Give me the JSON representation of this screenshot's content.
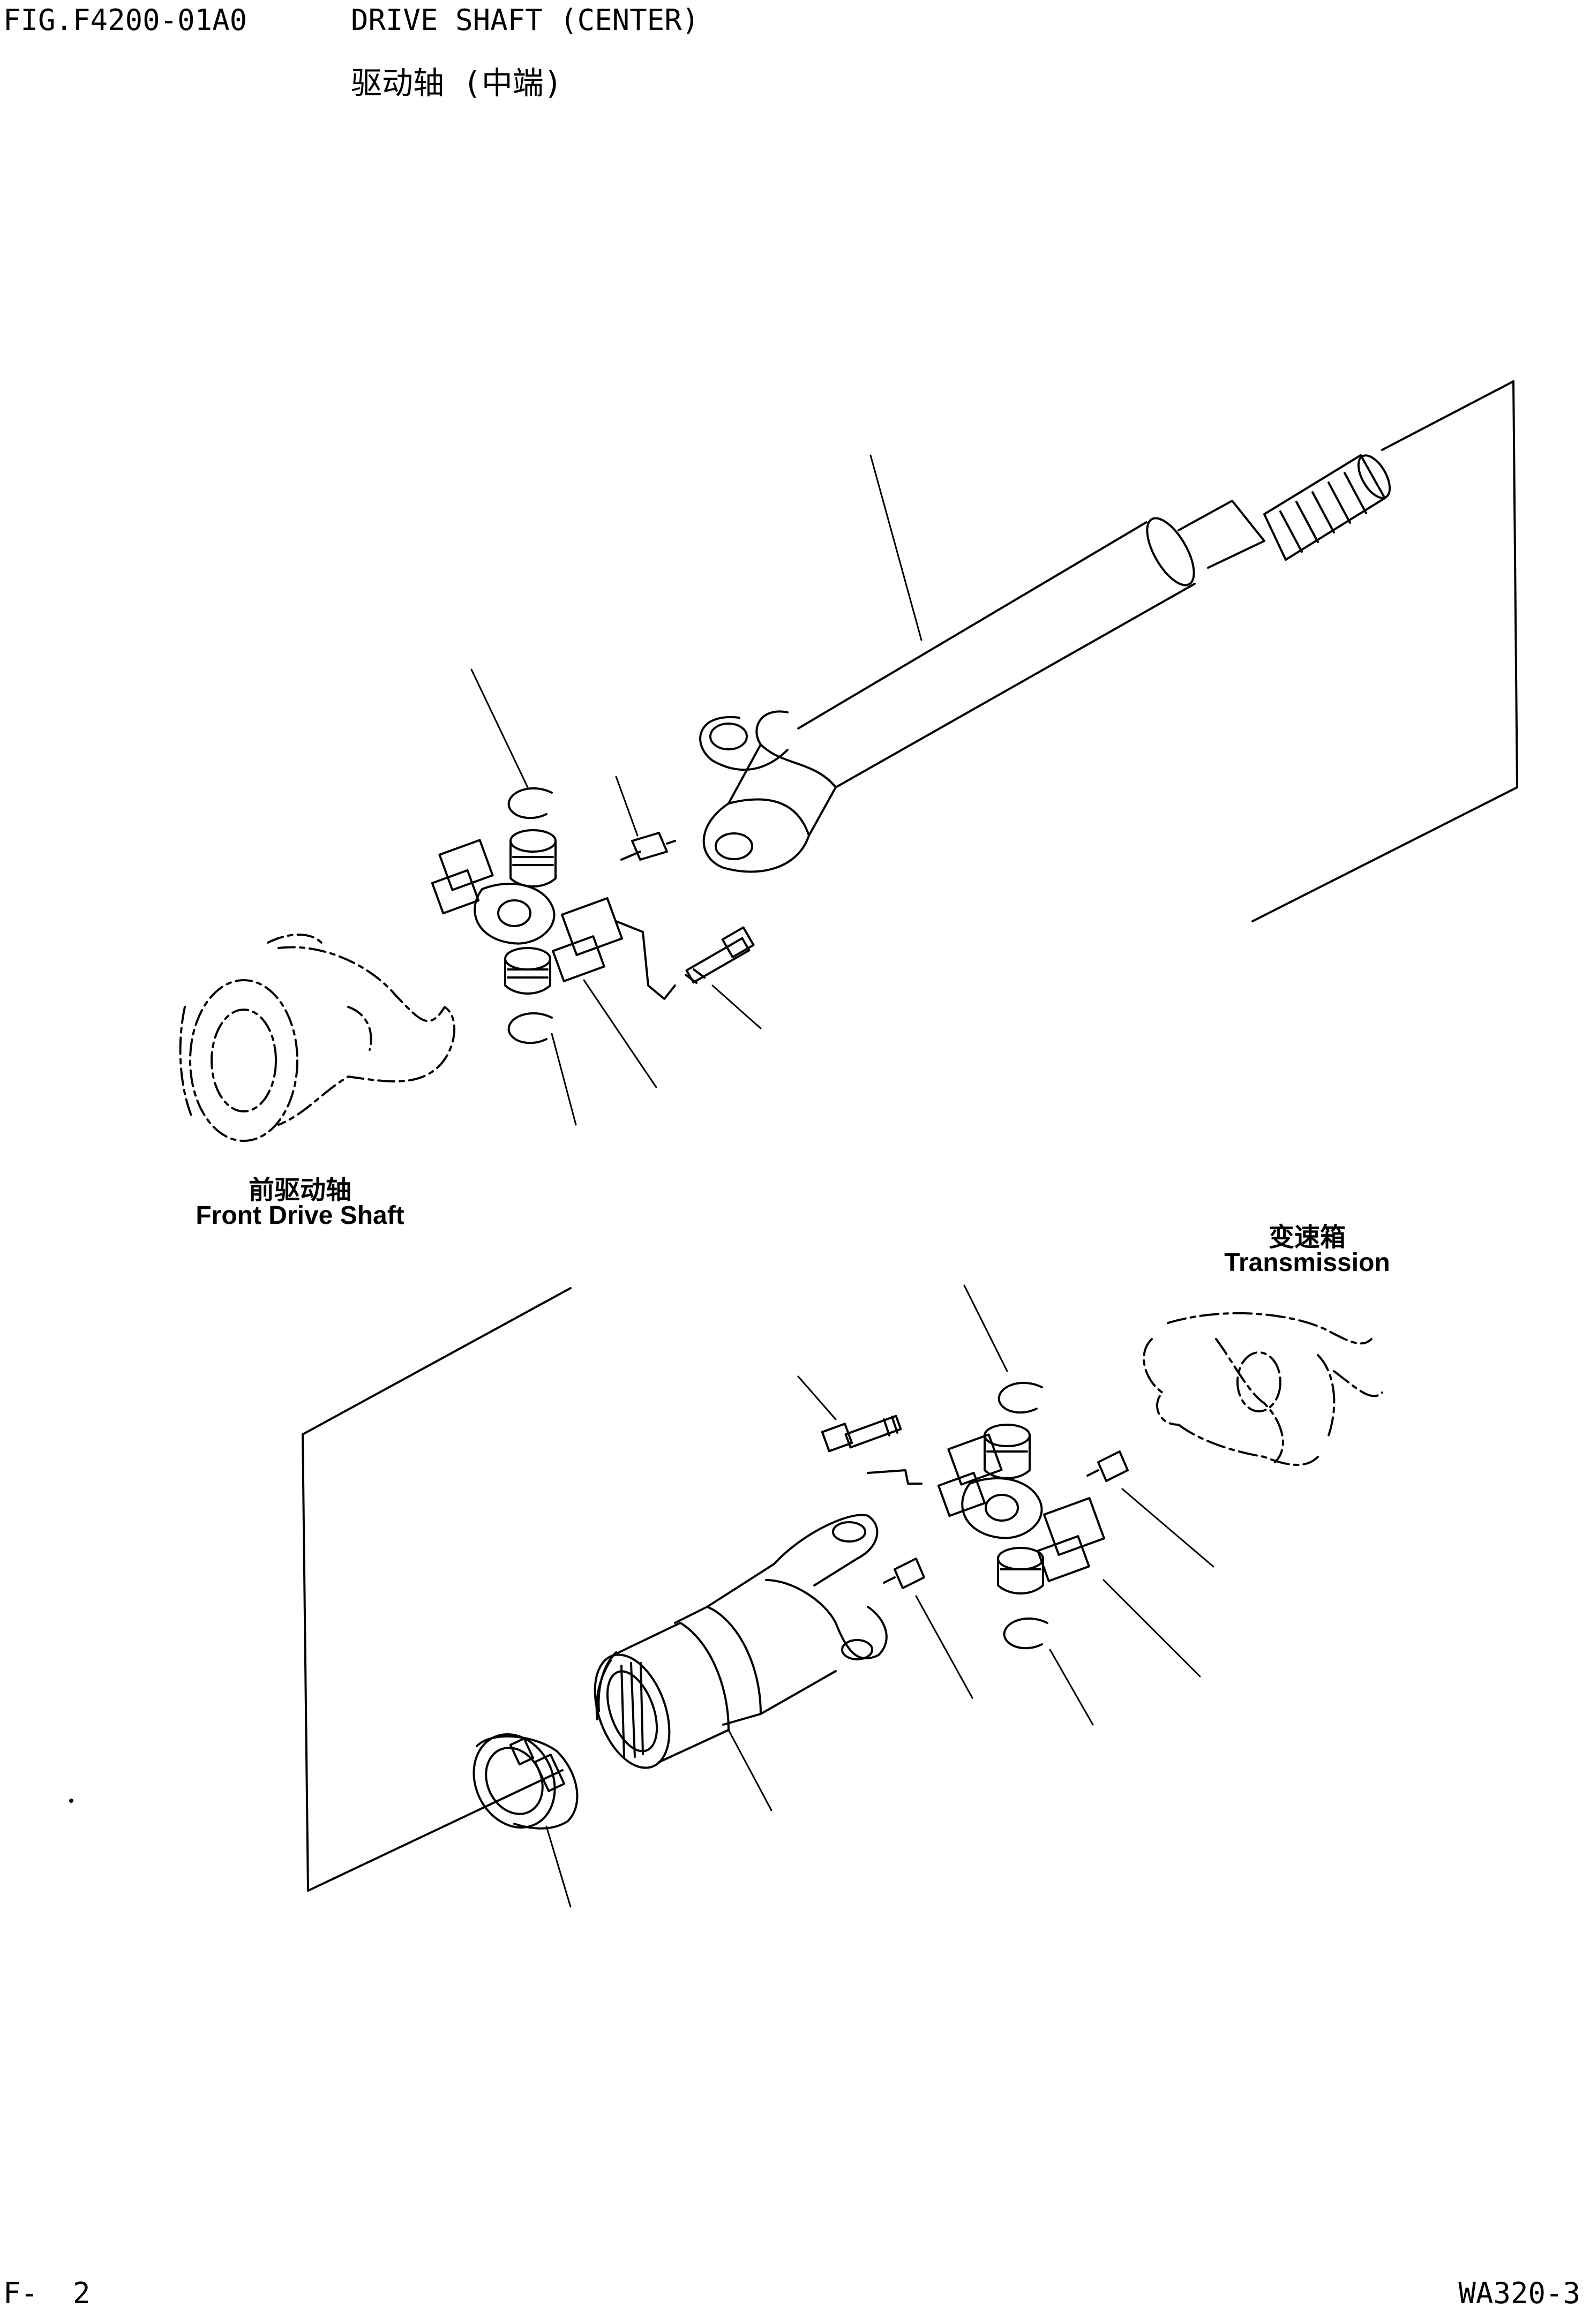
{
  "header": {
    "figure_id": "FIG.F4200-01A0",
    "title_en": "DRIVE SHAFT (CENTER)",
    "title_zh": "驱动轴 (中端)"
  },
  "labels": {
    "front_drive_shaft_zh": "前驱动轴",
    "front_drive_shaft_en": "Front Drive Shaft",
    "transmission_zh": "变速箱",
    "transmission_en": "Transmission"
  },
  "footer": {
    "page": "F-  2",
    "model": "WA320-3"
  }
}
